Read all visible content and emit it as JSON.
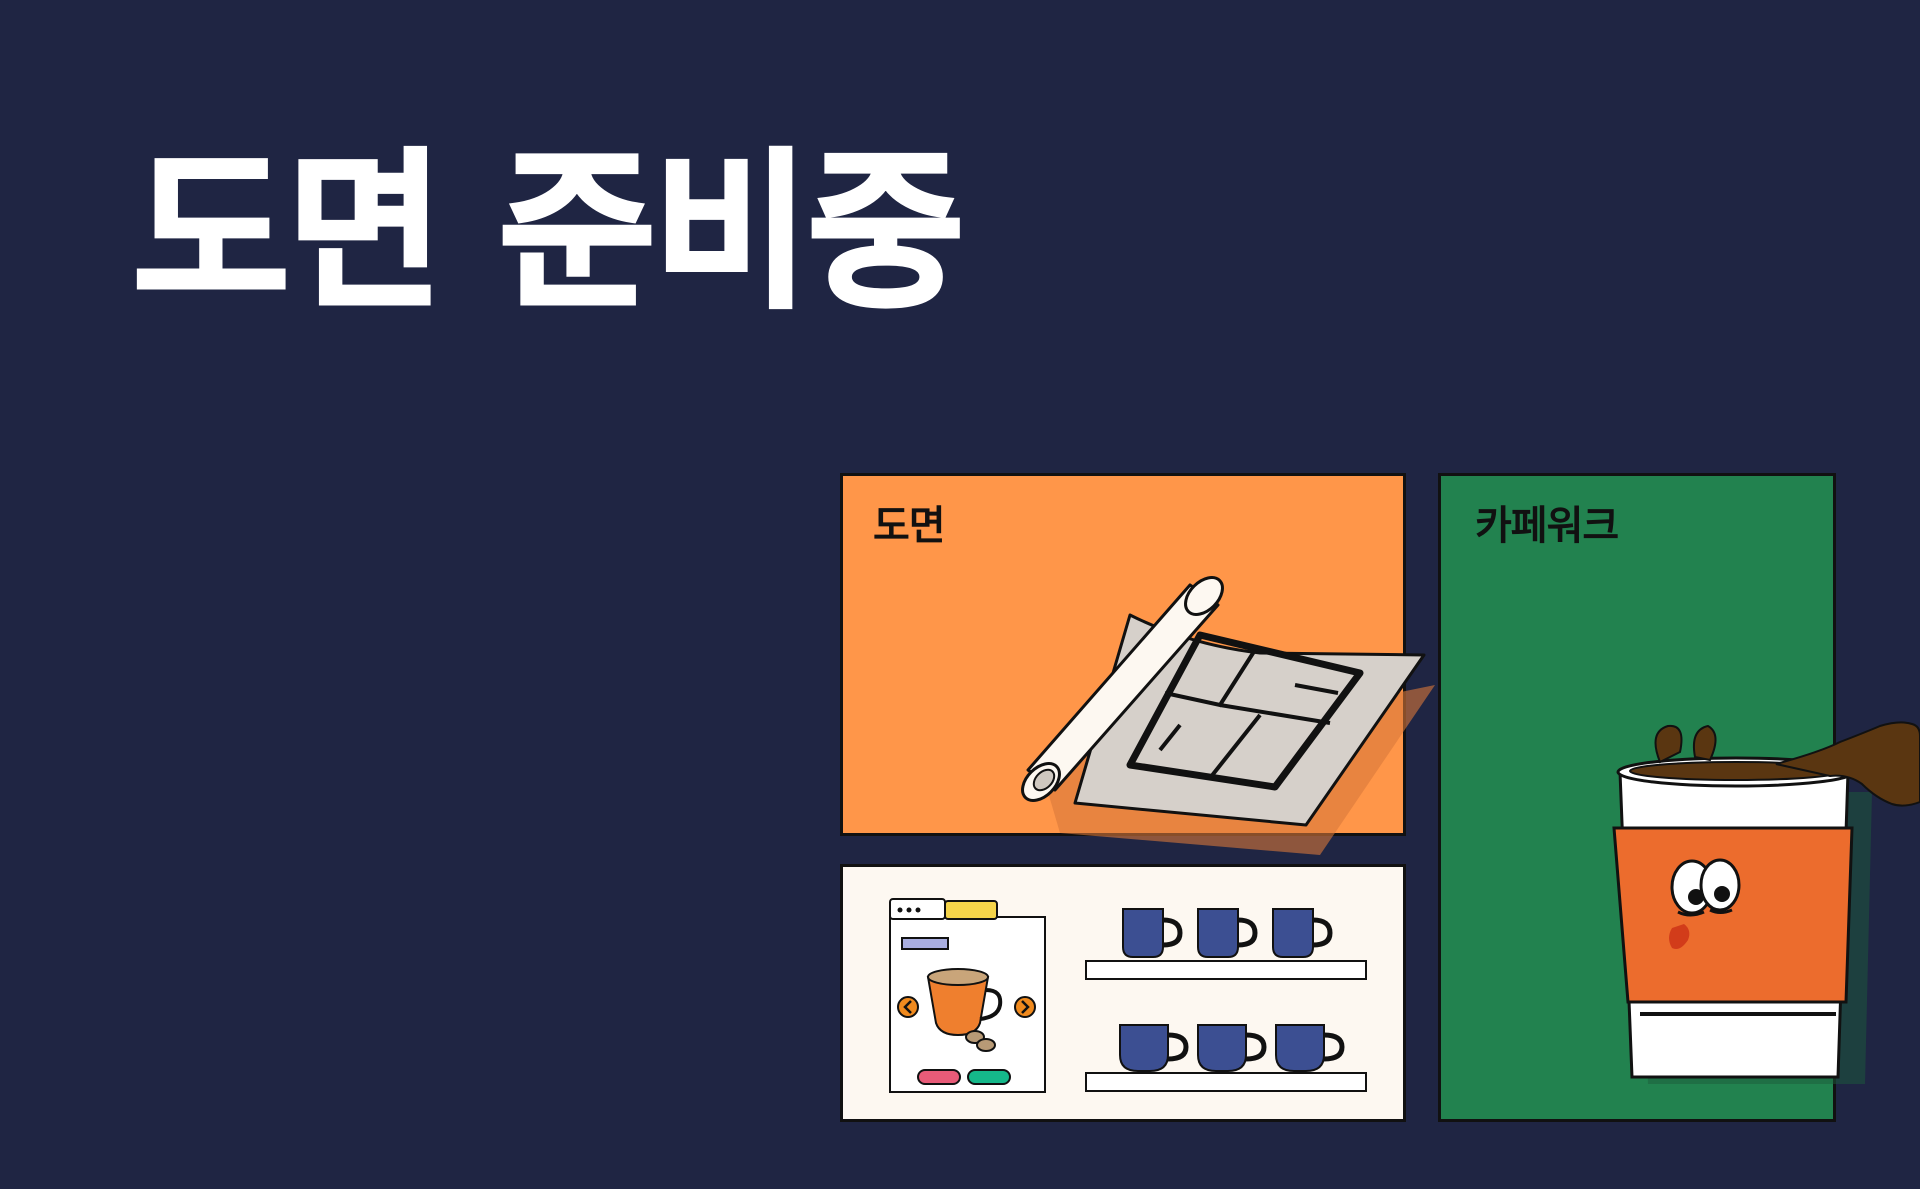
{
  "headline": "도면 준비중",
  "cards": [
    {
      "label": "도면",
      "icon": "blueprint-roll-icon",
      "color": "#ff9649"
    },
    {
      "label": "",
      "icon": "cafe-shop-display-icon",
      "color": "#fdf8f1"
    },
    {
      "label": "카페워크",
      "icon": "coffee-cup-mascot-icon",
      "color": "#22824f"
    }
  ],
  "colors": {
    "background": "#1f2543",
    "outline": "#111111",
    "mug_blue": "#3c4f92",
    "coffee": "#5a3611",
    "cup_sleeve": "#ec6c2d"
  }
}
